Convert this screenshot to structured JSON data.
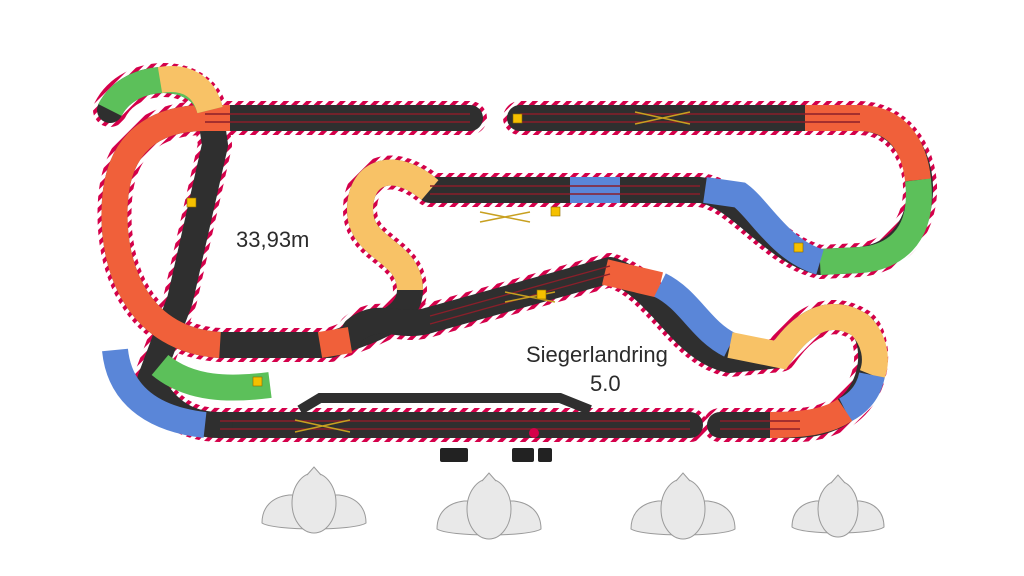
{
  "track": {
    "length_label": "33,93m",
    "name_line1": "Siegerlandring",
    "name_line2": "5.0"
  },
  "colors": {
    "asphalt": "#2f2f2f",
    "lane_edge": "#b8b8b8",
    "lane_line": "#8a1f2a",
    "curb_red": "#c4003a",
    "curb_white": "#ffffff",
    "border_red": "#d4004a",
    "section_orange": "#f0603a",
    "section_green": "#5cc05a",
    "section_yellow": "#f8c266",
    "section_blue": "#5a86d8",
    "marker_yellow": "#f5c000",
    "drivers": "#e9e9e9"
  },
  "driver_stations": [
    "driver-1",
    "driver-2",
    "driver-3",
    "driver-4"
  ]
}
